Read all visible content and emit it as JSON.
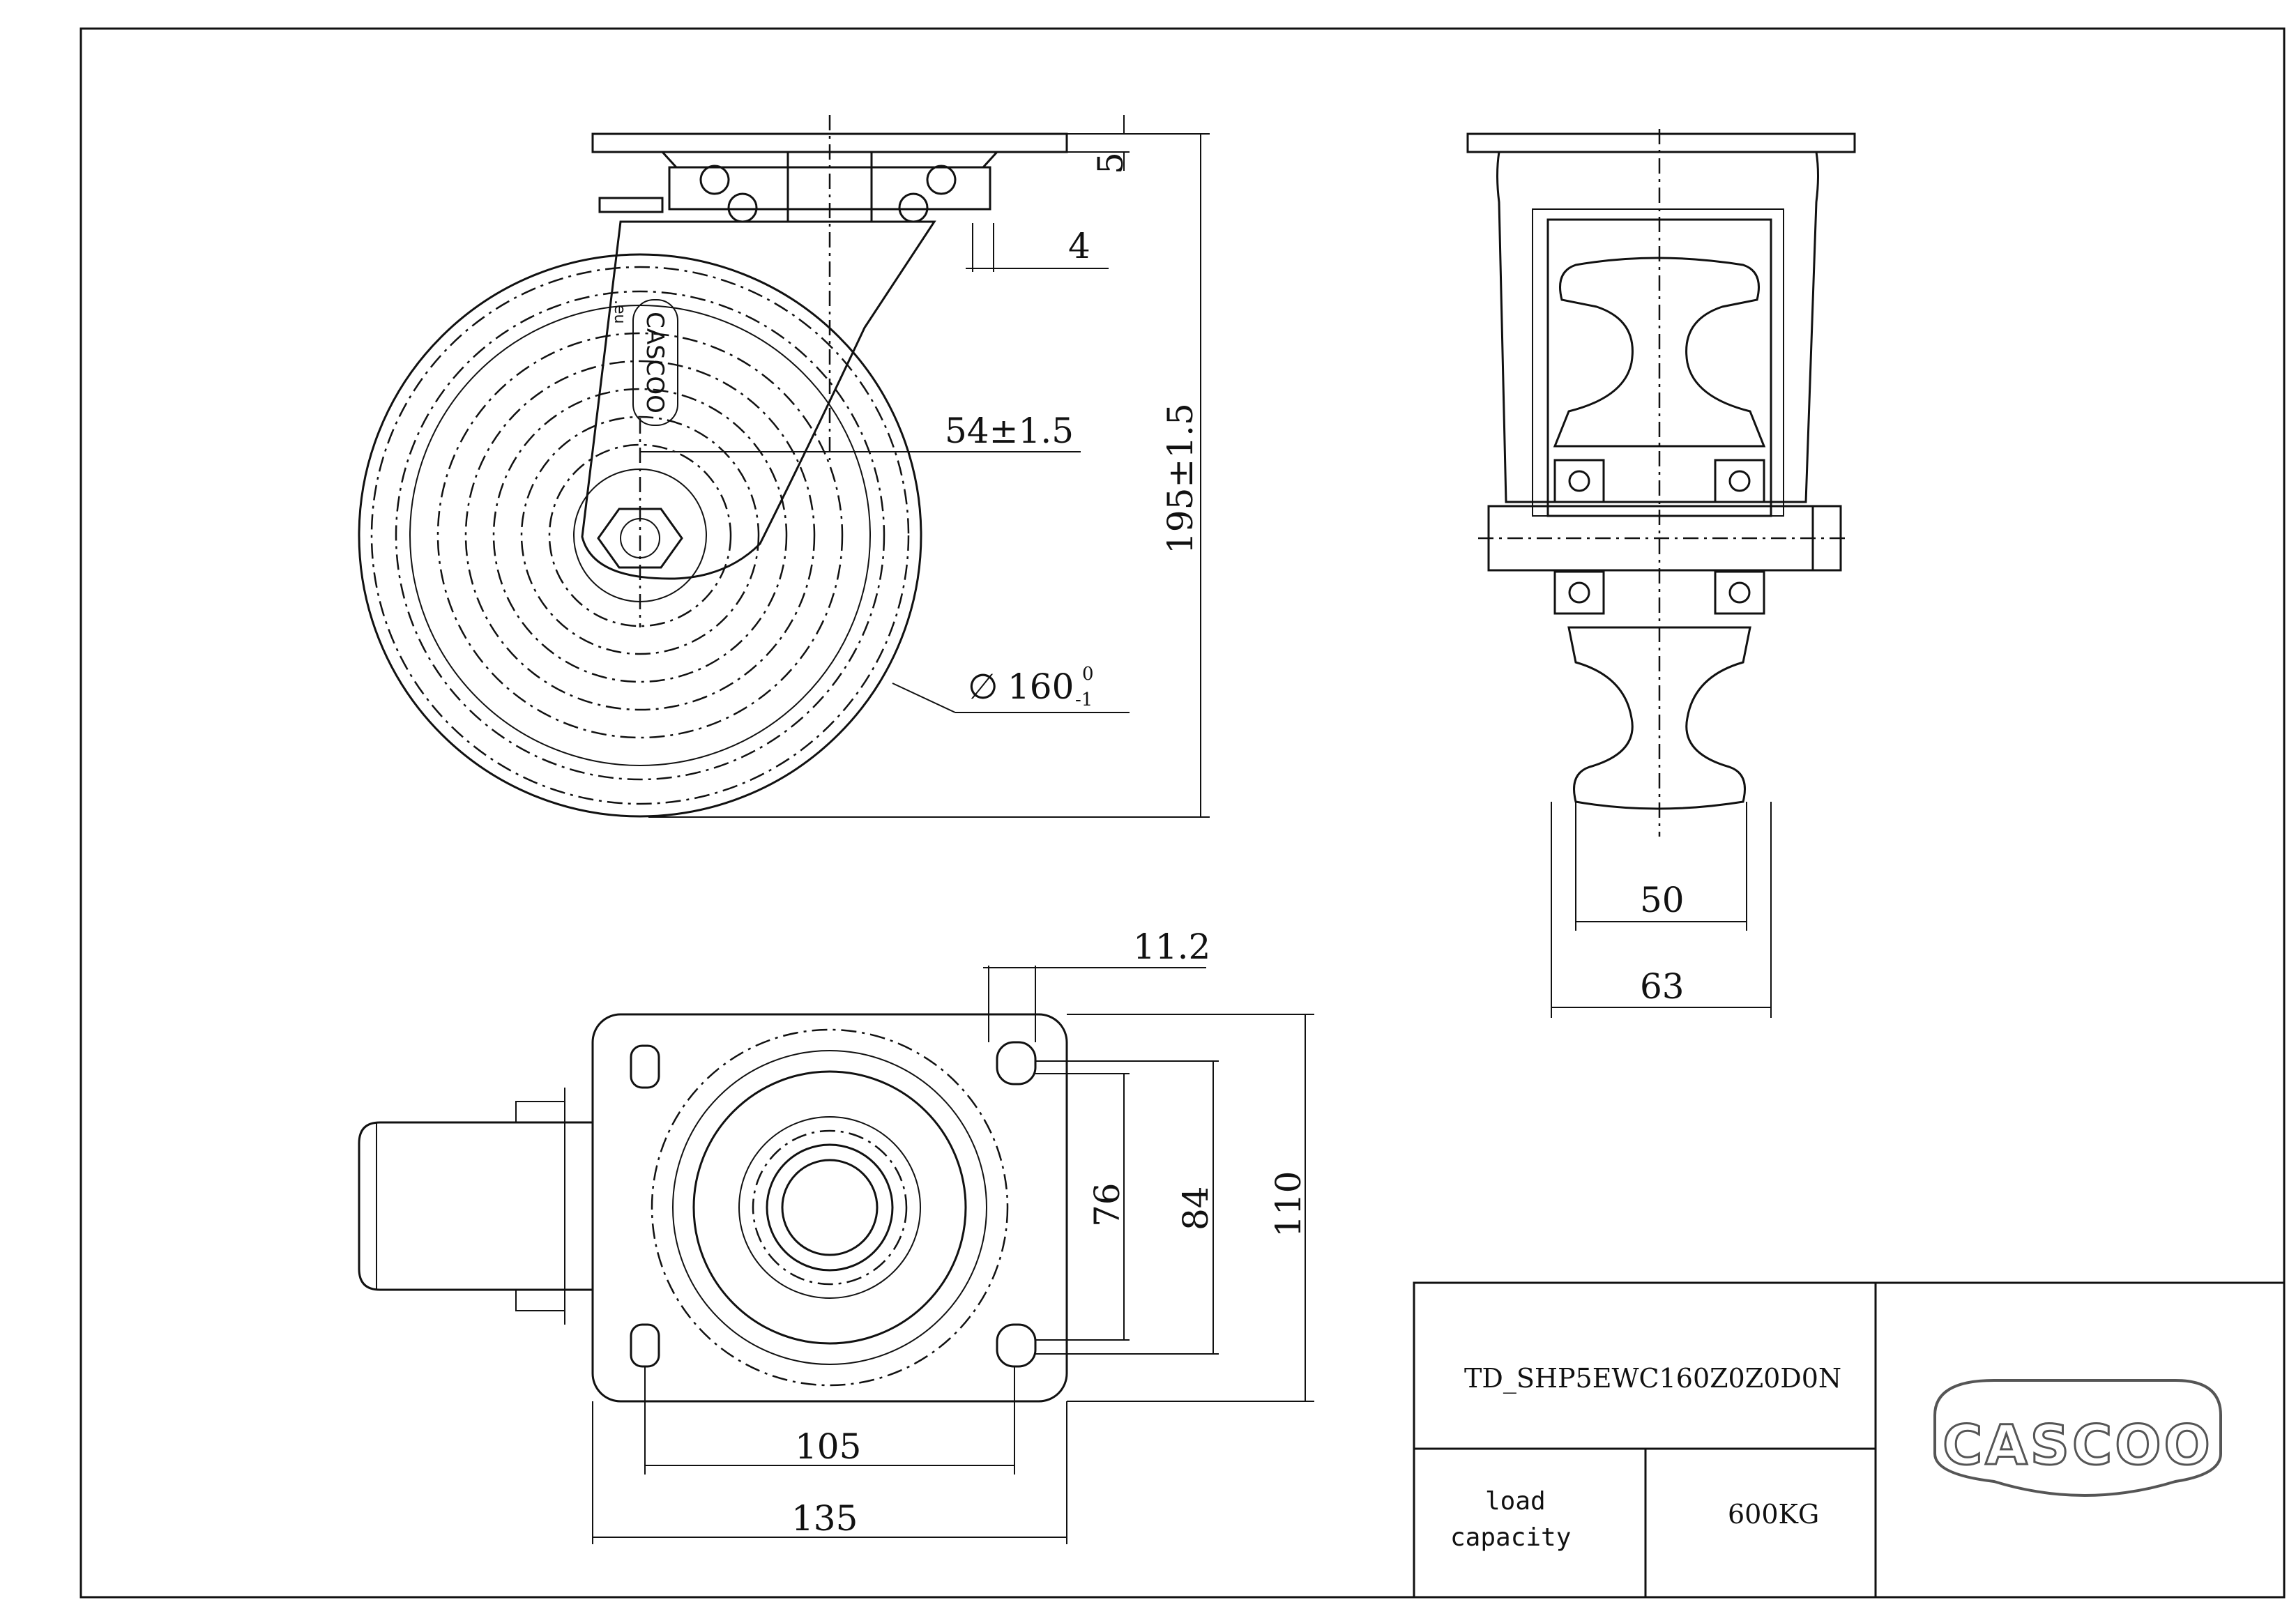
{
  "dimensions": {
    "plate_thickness": "5",
    "offset": "4",
    "swivel_offset": "54±1.5",
    "total_height": "195±1.5",
    "wheel_diameter_symbol": "∅",
    "wheel_diameter_value": "160",
    "wheel_diameter_tol_upper": "0",
    "wheel_diameter_tol_lower": "-1",
    "wheel_width": "50",
    "fork_width": "63",
    "hole_slot": "11.2",
    "hole_spacing_76": "76",
    "hole_spacing_84": "84",
    "plate_width_110": "110",
    "hole_spacing_105": "105",
    "plate_length_135": "135"
  },
  "title_block": {
    "part_number": "TD_SHP5EWC160Z0Z0D0N",
    "load_label_line1": "load",
    "load_label_line2": "capacity",
    "load_value": "600KG",
    "logo_text": "CASCOO",
    "small_logo_text": "CASCOO",
    "small_logo_suffix": ".eu"
  }
}
